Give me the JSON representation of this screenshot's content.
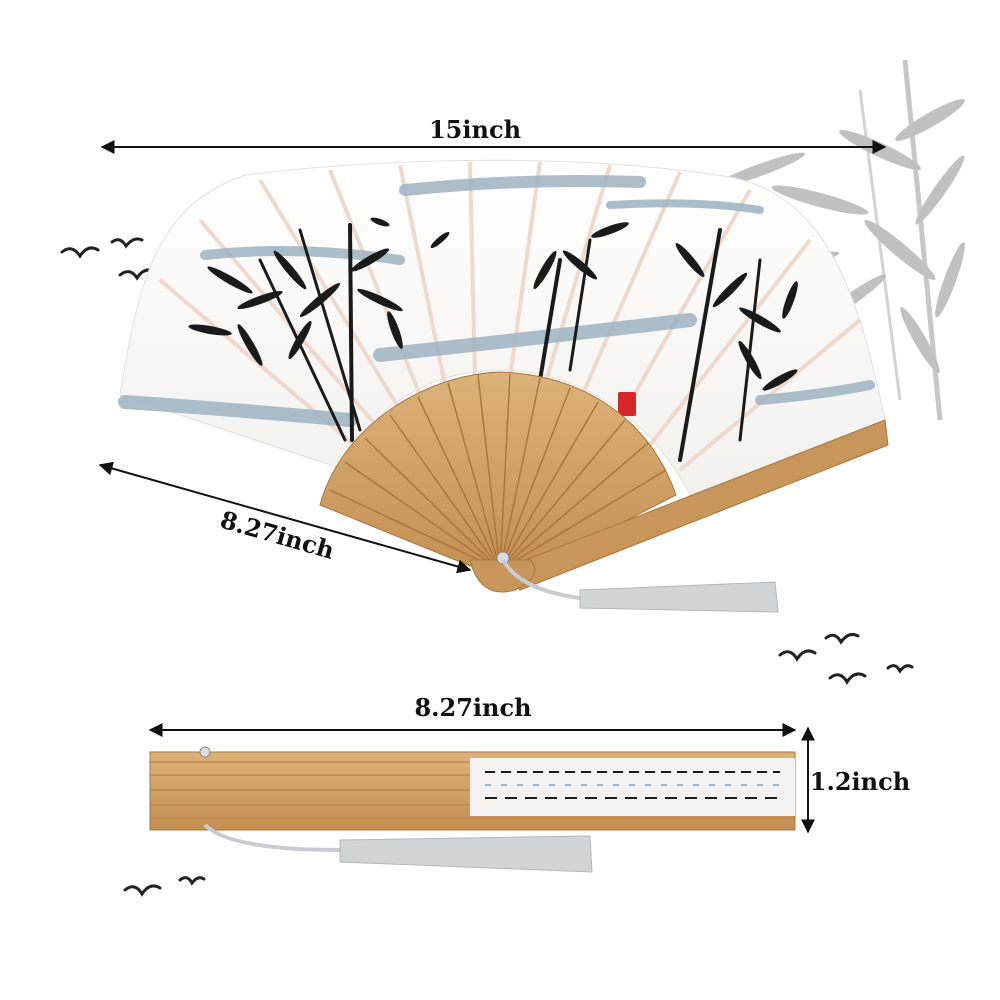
{
  "dimensions": {
    "fan_width": "15inch",
    "rib_length": "8.27inch",
    "folded_length": "8.27inch",
    "folded_height": "1.2inch"
  },
  "colors": {
    "bamboo": "#d2a56b",
    "bamboo_dark": "#b8864a",
    "paper": "#fbfbfa",
    "wash_blue": "#9fb3c2",
    "ink": "#1a1a1a",
    "seal_red": "#d62828",
    "tassel": "#c9cdd1",
    "background_bamboo": "#b9b9b9"
  }
}
